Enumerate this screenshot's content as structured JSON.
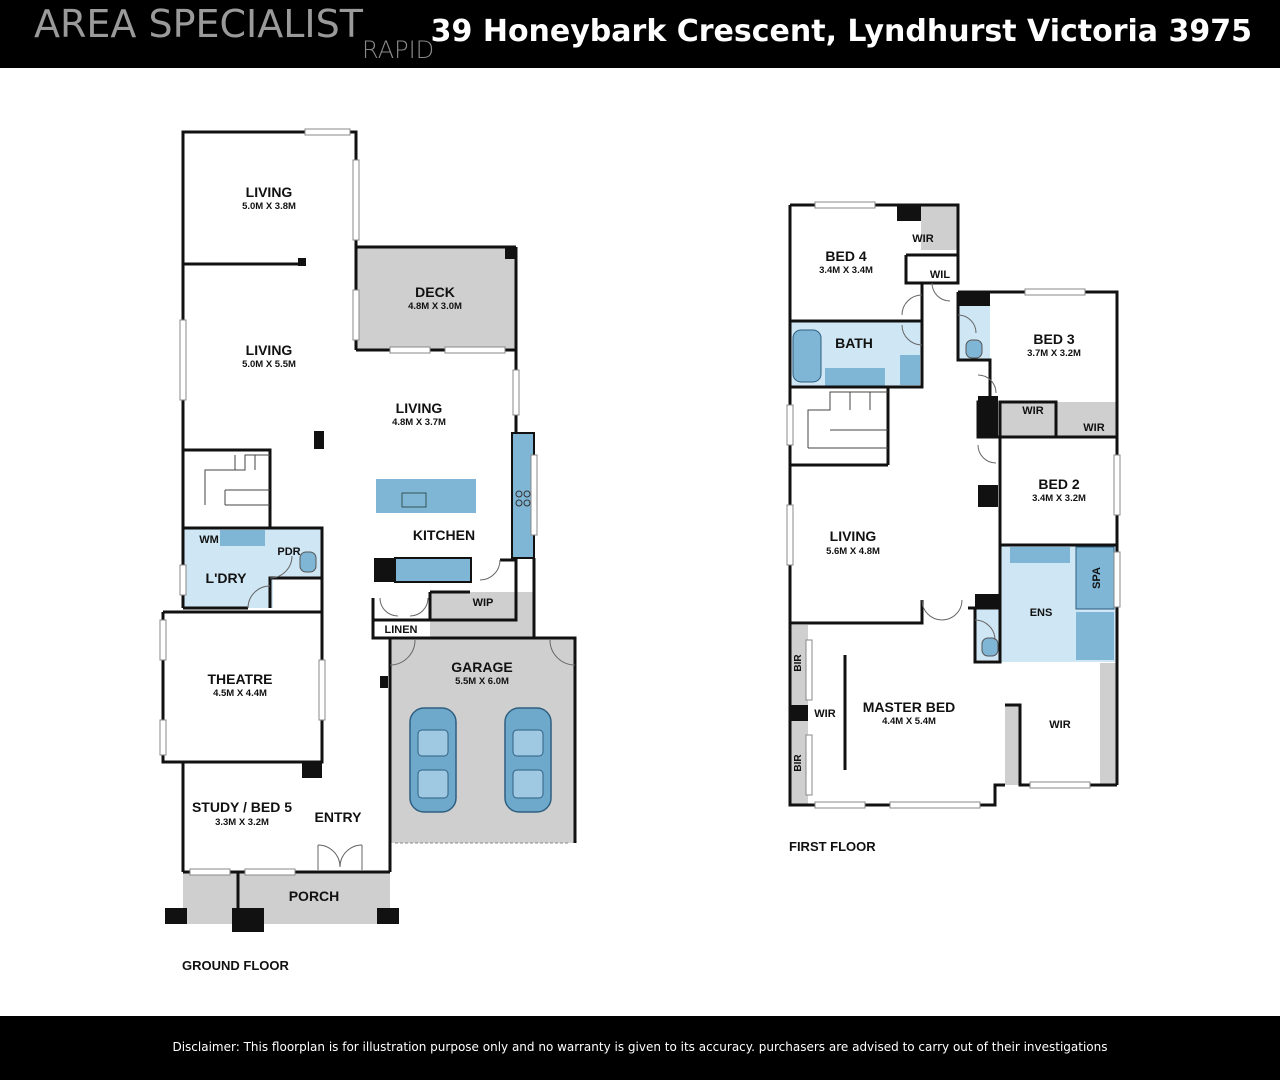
{
  "header": {
    "logo_main": "AREA SPECIALIST",
    "logo_sub": "RAPID",
    "address": "39 Honeybark Crescent, Lyndhurst Victoria 3975"
  },
  "colors": {
    "header_bg": "#000000",
    "wall": "#111111",
    "outdoor_grey": "#cfcfcf",
    "wet_area_blue": "#cfe6f4",
    "fixture_blue": "#7fb5d5",
    "car_blue": "#6ea9cc"
  },
  "ground_floor": {
    "label": "GROUND FLOOR",
    "rooms": {
      "living1": {
        "name": "LIVING",
        "size": "5.0M X 3.8M"
      },
      "deck": {
        "name": "DECK",
        "size": "4.8M X 3.0M"
      },
      "living2": {
        "name": "LIVING",
        "size": "5.0M X 5.5M"
      },
      "living3": {
        "name": "LIVING",
        "size": "4.8M X 3.7M"
      },
      "kitchen": {
        "name": "KITCHEN"
      },
      "wm": {
        "name": "WM"
      },
      "pdr": {
        "name": "PDR"
      },
      "ldry": {
        "name": "L'DRY"
      },
      "wip": {
        "name": "WIP"
      },
      "linen": {
        "name": "LINEN"
      },
      "theatre": {
        "name": "THEATRE",
        "size": "4.5M X 4.4M"
      },
      "garage": {
        "name": "GARAGE",
        "size": "5.5M X 6.0M"
      },
      "study": {
        "name": "STUDY / BED 5",
        "size": "3.3M X 3.2M"
      },
      "entry": {
        "name": "ENTRY"
      },
      "porch": {
        "name": "PORCH"
      }
    }
  },
  "first_floor": {
    "label": "FIRST FLOOR",
    "rooms": {
      "bed4": {
        "name": "BED 4",
        "size": "3.4M X 3.4M"
      },
      "wir_bed4": {
        "name": "WIR"
      },
      "wil": {
        "name": "WIL"
      },
      "bath": {
        "name": "BATH"
      },
      "bed3": {
        "name": "BED 3",
        "size": "3.7M X 3.2M"
      },
      "wir_bed3": {
        "name": "WIR"
      },
      "wir_bed2": {
        "name": "WIR"
      },
      "bed2": {
        "name": "BED 2",
        "size": "3.4M X 3.2M"
      },
      "living": {
        "name": "LIVING",
        "size": "5.6M X 4.8M"
      },
      "ens": {
        "name": "ENS"
      },
      "spa": {
        "name": "SPA"
      },
      "master": {
        "name": "MASTER BED",
        "size": "4.4M X 5.4M"
      },
      "wir_master_left": {
        "name": "WIR"
      },
      "wir_master_right": {
        "name": "WIR"
      },
      "bir_top": {
        "name": "BIR"
      },
      "bir_bottom": {
        "name": "BIR"
      }
    }
  },
  "footer": {
    "disclaimer": "Disclaimer: This floorplan is for illustration purpose only and no warranty is given to its accuracy. purchasers are advised to carry out of their investigations"
  }
}
